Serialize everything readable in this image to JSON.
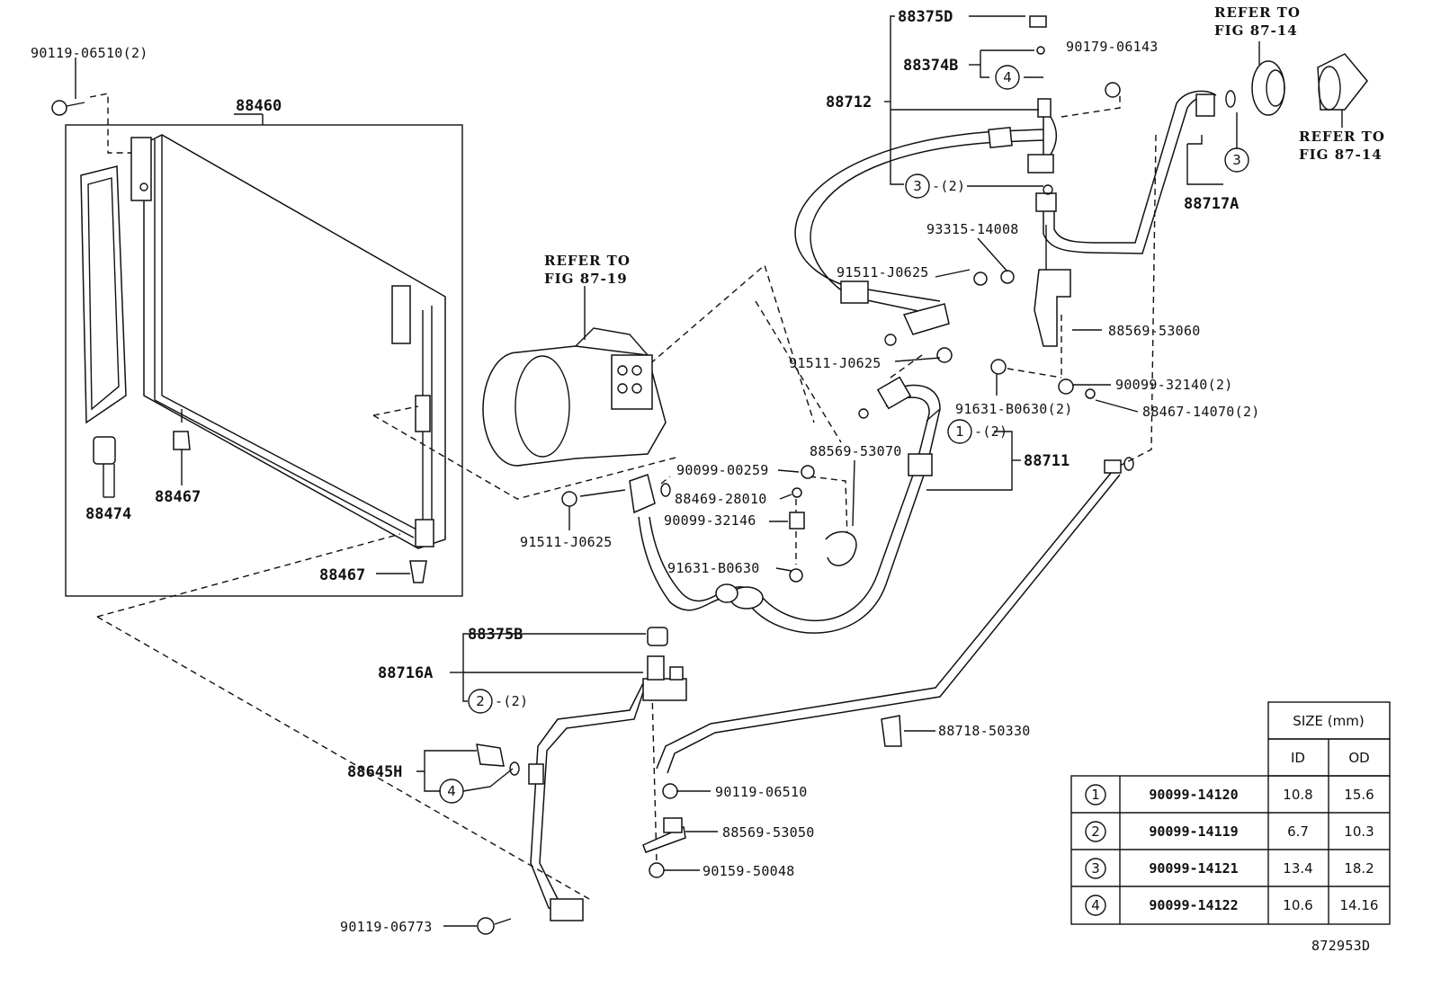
{
  "labels": {
    "p1": "90119-06510(2)",
    "p2": "88460",
    "p3": "88474",
    "p4": "88467",
    "p5": "88467",
    "p6": "REFER TO",
    "p7": "FIG 87-19",
    "p8": "88375D",
    "p9": "88374B",
    "p10": "88712",
    "p11": "-(2)",
    "p12": "90179-06143",
    "p13": "REFER TO",
    "p14": "FIG 87-14",
    "p15": "REFER TO",
    "p16": "FIG 87-14",
    "p17": "88717A",
    "p18": "93315-14008",
    "p19": "91511-J0625",
    "p20": "88569-53060",
    "p21": "91511-J0625",
    "p22": "90099-32140(2)",
    "p23": "91631-B0630(2)",
    "p24": "88467-14070(2)",
    "p25": "-(2)",
    "p26": "88569-53070",
    "p27": "88711",
    "p28": "90099-00259",
    "p29": "88469-28010",
    "p30": "90099-32146",
    "p31": "91511-J0625",
    "p32": "91631-B0630",
    "p33": "88375B",
    "p34": "88716A",
    "p35": "-(2)",
    "p36": "88718-50330",
    "p37": "88645H",
    "p38": "90119-06510",
    "p39": "88569-53050",
    "p40": "90159-50048",
    "p41": "90119-06773",
    "code": "872953D"
  },
  "callouts": {
    "c4a": "4",
    "c3a": "3",
    "c3b": "3",
    "c1": "1",
    "c2": "2",
    "c4b": "4"
  },
  "table": {
    "header": "SIZE (mm)",
    "col_id": "ID",
    "col_od": "OD",
    "rows": [
      {
        "key": "1",
        "part": "90099-14120",
        "id": "10.8",
        "od": "15.6"
      },
      {
        "key": "2",
        "part": "90099-14119",
        "id": "6.7",
        "od": "10.3"
      },
      {
        "key": "3",
        "part": "90099-14121",
        "id": "13.4",
        "od": "18.2"
      },
      {
        "key": "4",
        "part": "90099-14122",
        "id": "10.6",
        "od": "14.16"
      }
    ]
  }
}
